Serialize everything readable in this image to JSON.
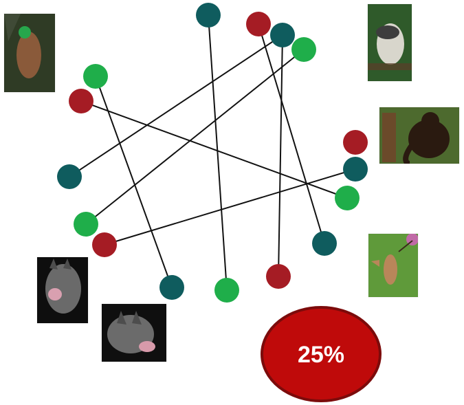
{
  "colors": {
    "red": "#a51c24",
    "teal": "#0f5c5e",
    "green": "#1fae4a",
    "edge": "#111111",
    "badge_fill": "#bf0a0a",
    "badge_stroke": "#7c0b0b",
    "badge_text": "#ffffff"
  },
  "network": {
    "nodes": [
      {
        "id": "n1",
        "color": "teal"
      },
      {
        "id": "n2",
        "color": "red"
      },
      {
        "id": "n3",
        "color": "teal"
      },
      {
        "id": "n4",
        "color": "green"
      },
      {
        "id": "n5",
        "color": "green"
      },
      {
        "id": "n6",
        "color": "red"
      },
      {
        "id": "n7",
        "color": "teal"
      },
      {
        "id": "n8",
        "color": "green"
      },
      {
        "id": "n9",
        "color": "red"
      },
      {
        "id": "n10",
        "color": "teal"
      },
      {
        "id": "n11",
        "color": "green"
      },
      {
        "id": "n12",
        "color": "red"
      },
      {
        "id": "n13",
        "color": "teal"
      },
      {
        "id": "n14",
        "color": "teal"
      },
      {
        "id": "n15",
        "color": "green"
      },
      {
        "id": "n16",
        "color": "red"
      }
    ],
    "edges": [
      [
        "n1",
        "n15"
      ],
      [
        "n2",
        "n13"
      ],
      [
        "n3",
        "n7"
      ],
      [
        "n3",
        "n16"
      ],
      [
        "n4",
        "n8"
      ],
      [
        "n5",
        "n14"
      ],
      [
        "n6",
        "n11"
      ],
      [
        "n10",
        "n12"
      ]
    ]
  },
  "photos": [
    {
      "id": "hummingbird-green",
      "icon": "green-hummingbird-perched-photo",
      "bg": "#2f3b25",
      "subject": "#8a5a3a",
      "accent": "#27a64c"
    },
    {
      "id": "harpy-eagle",
      "icon": "harpy-eagle-photo",
      "bg": "#2f5a2a",
      "subject": "#d8d6cc",
      "accent": "#3d3d3d"
    },
    {
      "id": "howler-monkey",
      "icon": "monkey-photo",
      "bg": "#4d6a2e",
      "subject": "#2a1a10",
      "accent": "#6b4a2a"
    },
    {
      "id": "hummingbird-flower",
      "icon": "hummingbird-flower-photo",
      "bg": "#5f9a3a",
      "subject": "#b9865a",
      "accent": "#c06aa6"
    },
    {
      "id": "bat-1",
      "icon": "bat-photo",
      "bg": "#0e0e0e",
      "subject": "#6a6a6a",
      "accent": "#d9a0b0"
    },
    {
      "id": "bat-2",
      "icon": "bat-photo",
      "bg": "#0f0f0f",
      "subject": "#6b6b6b",
      "accent": "#d79aaa"
    }
  ],
  "badge": {
    "label": "25%"
  }
}
